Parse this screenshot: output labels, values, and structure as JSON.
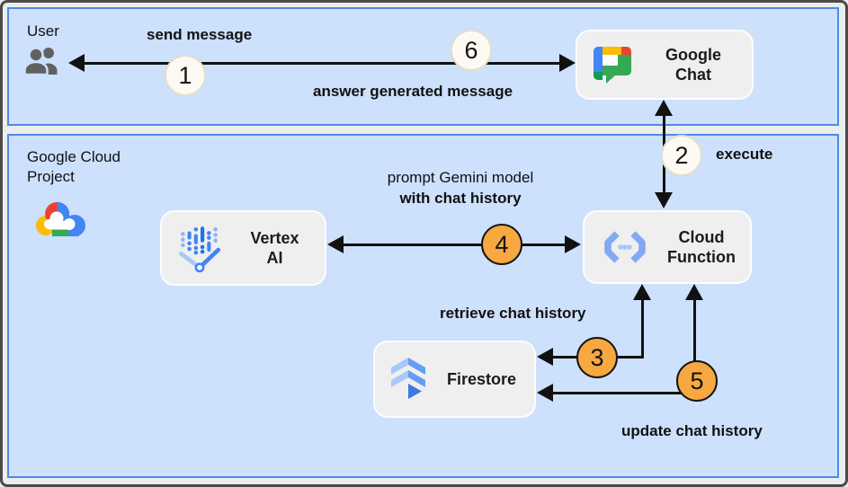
{
  "lanes": {
    "user": {
      "label": "User"
    },
    "gcp": {
      "label": "Google Cloud Project"
    }
  },
  "nodes": {
    "google_chat": {
      "line1": "Google",
      "line2": "Chat"
    },
    "vertex_ai": {
      "line1": "Vertex",
      "line2": "AI"
    },
    "cloud_function": {
      "line1": "Cloud",
      "line2": "Function"
    },
    "firestore": {
      "line1": "Firestore"
    }
  },
  "labels": {
    "send_message": "send message",
    "answer": "answer generated message",
    "execute": "execute",
    "prompt_line1": "prompt Gemini model",
    "prompt_line2": "with chat history",
    "retrieve": "retrieve chat history",
    "update": "update chat history"
  },
  "steps": {
    "s1": "1",
    "s2": "2",
    "s3": "3",
    "s4": "4",
    "s5": "5",
    "s6": "6"
  },
  "colors": {
    "panel_fill": "#cde0fc",
    "panel_border": "#4c8bea",
    "node_fill": "#efefef",
    "step_light_fill": "#fcfaf3",
    "step_light_border": "#e5ddcc",
    "step_orange_fill": "#f7a841",
    "arrow": "#111111",
    "user_icon_gray": "#616161"
  }
}
